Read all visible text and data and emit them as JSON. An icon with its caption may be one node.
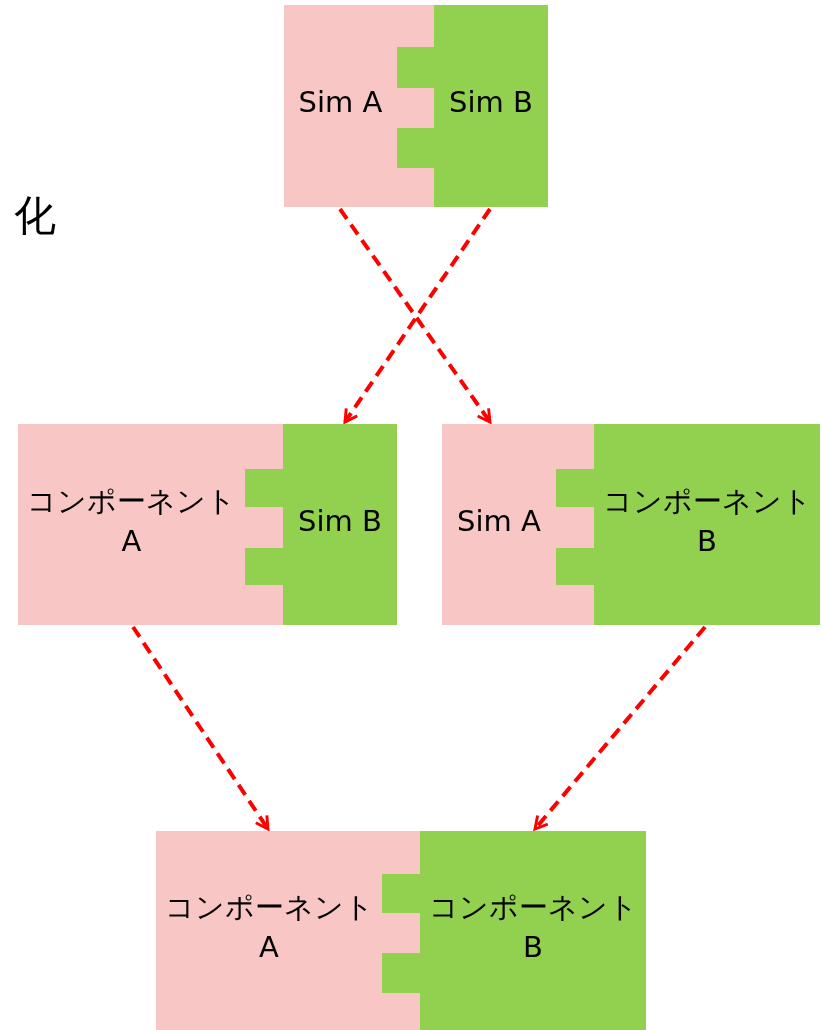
{
  "diagram": {
    "nodes": [
      {
        "text": [
          "Sim A"
        ]
      },
      {
        "text": [
          "Sim B"
        ]
      },
      {
        "text": [
          "コンポーネント A"
        ]
      },
      {
        "text": [
          "Sim B"
        ]
      },
      {
        "text": [
          "Sim A"
        ]
      },
      {
        "text": [
          "コンポーネント B"
        ]
      },
      {
        "text": [
          "コンポーネント A"
        ]
      },
      {
        "text": [
          "コンポーネント B"
        ]
      }
    ],
    "edges": [
      {
        "from": 0,
        "to": 4,
        "arrow": "to",
        "style": "dashed"
      },
      {
        "from": 1,
        "to": 3,
        "arrow": "to",
        "style": "dashed"
      },
      {
        "from": 2,
        "to": 6,
        "arrow": "to",
        "style": "dashed"
      },
      {
        "from": 5,
        "to": 7,
        "arrow": "to",
        "style": "dashed"
      }
    ],
    "labels": [
      "化"
    ]
  }
}
